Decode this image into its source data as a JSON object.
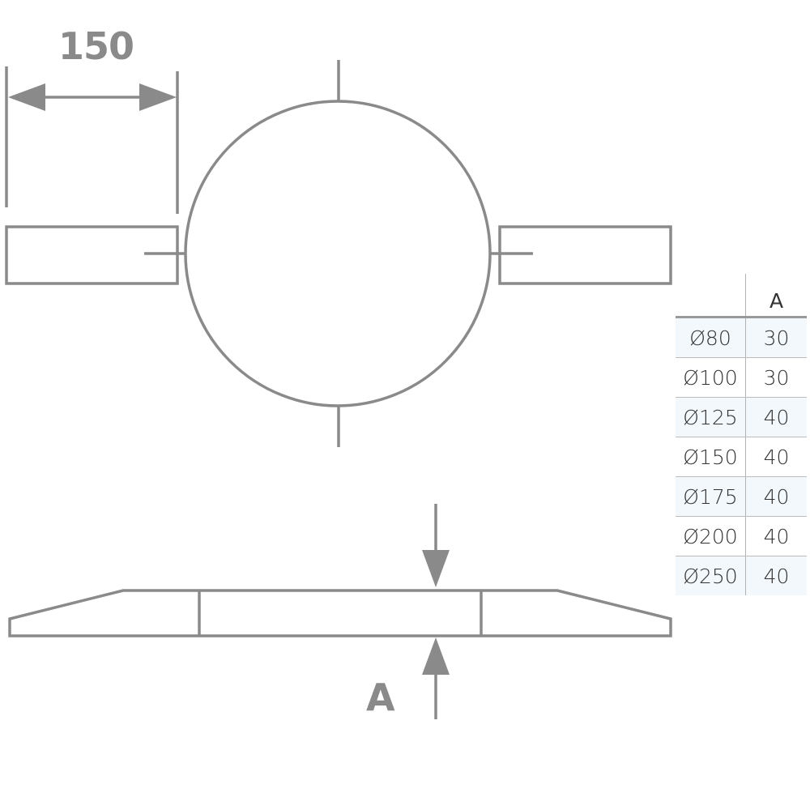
{
  "drawing": {
    "line_color": "#8a8a8a",
    "top_view": {
      "dimension_label": "150",
      "shape": "circular collar with two rectangular side brackets"
    },
    "side_view": {
      "dimension_label": "A"
    }
  },
  "table": {
    "headers": [
      "",
      "A"
    ],
    "rows": [
      {
        "diameter": "Ø80",
        "a": "30"
      },
      {
        "diameter": "Ø100",
        "a": "30"
      },
      {
        "diameter": "Ø125",
        "a": "40"
      },
      {
        "diameter": "Ø150",
        "a": "40"
      },
      {
        "diameter": "Ø175",
        "a": "40"
      },
      {
        "diameter": "Ø200",
        "a": "40"
      },
      {
        "diameter": "Ø250",
        "a": "40"
      }
    ],
    "shade_color": "#f3f8fc"
  }
}
